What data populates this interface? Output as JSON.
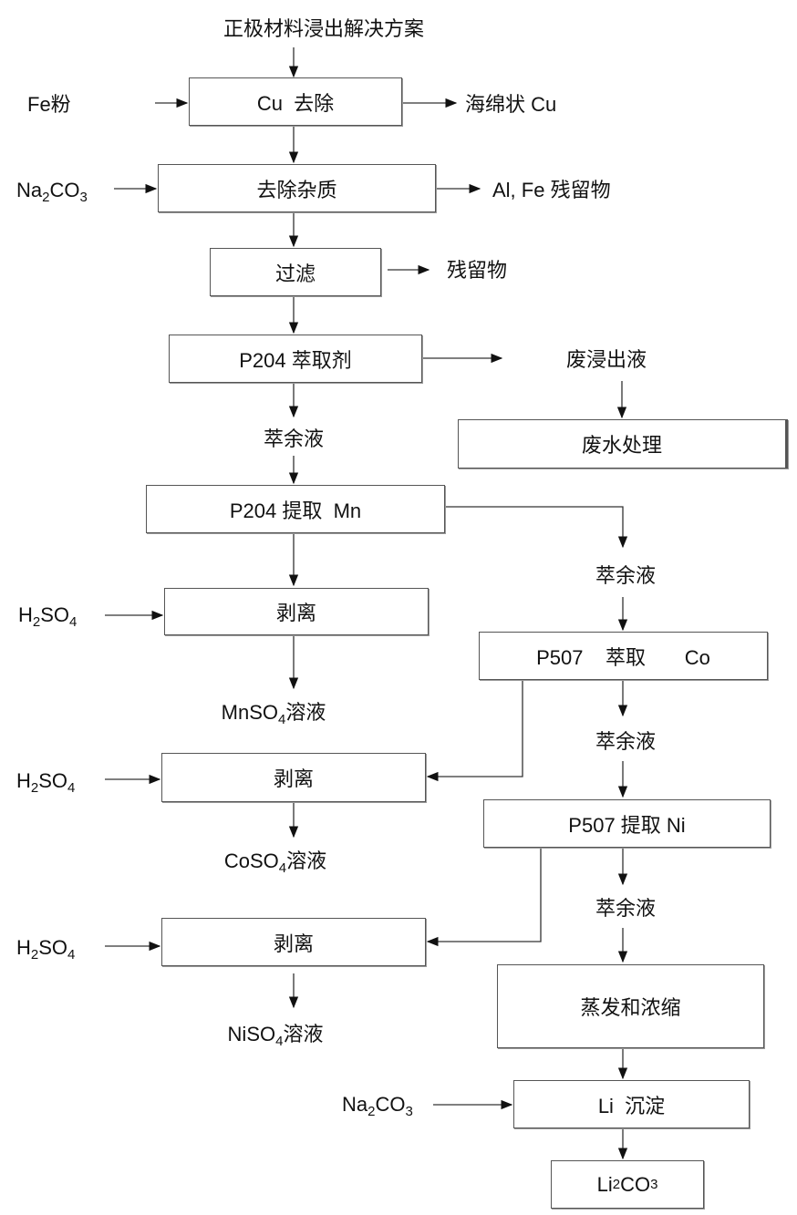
{
  "title": "正极材料浸出解决方案",
  "steps": {
    "cu_removal": "Cu  去除",
    "impurity_removal": "去除杂质",
    "filtration": "过滤",
    "p204_extractant": "P204 萃取剂",
    "wastewater": "废水处理",
    "p204_mn": "P204 提取  Mn",
    "strip_mn": "剥离",
    "p507_co": "P507    萃取       Co",
    "strip_co": "剥离",
    "p507_ni": "P507 提取 Ni",
    "strip_ni": "剥离",
    "evaporation": "蒸发和浓缩",
    "li_precipitation": "Li  沉淀",
    "li2co3": {
      "a": "Li",
      "s1": "2",
      "b": "CO",
      "s2": "3"
    }
  },
  "inputs": {
    "fe_powder": "Fe粉",
    "na2co3": {
      "a": "Na",
      "s1": "2",
      "b": "CO",
      "s2": "3"
    },
    "h2so4": {
      "a": "H",
      "s1": "2",
      "b": "SO",
      "s2": "4"
    }
  },
  "outputs": {
    "sponge_cu": "海绵状 Cu",
    "al_fe_residue": "Al, Fe  残留物",
    "residue": "残留物",
    "waste_leachate": "废浸出液",
    "raffinate": "萃余液",
    "mnso4": {
      "a": "MnSO",
      "s": "4",
      "b": "溶液"
    },
    "coso4": {
      "a": "CoSO",
      "s": "4",
      "b": "溶液"
    },
    "niso4": {
      "a": "NiSO",
      "s": "4",
      "b": "溶液"
    }
  }
}
